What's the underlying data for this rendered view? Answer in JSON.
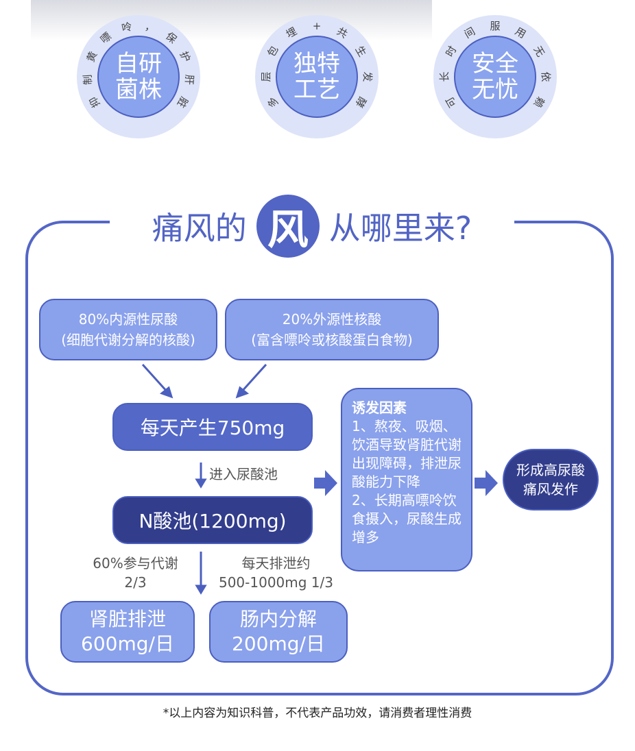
{
  "badges": [
    {
      "ring": "抑制黄嘌呤，保护肝脏",
      "line1": "自研",
      "line2": "菌株"
    },
    {
      "ring": "多层包埋+共生发酵",
      "line1": "独特",
      "line2": "工艺"
    },
    {
      "ring": "可长时间服用无依赖",
      "line1": "安全",
      "line2": "无忧"
    }
  ],
  "title": {
    "before": "痛风的",
    "highlight": "风",
    "after": "从哪里来?"
  },
  "sources": [
    {
      "line1": "80%内源性尿酸",
      "line2": "(细胞代谢分解的核酸)"
    },
    {
      "line1": "20%外源性核酸",
      "line2": "(富含嘌呤或核酸蛋白食物)"
    }
  ],
  "daily": "每天产生750mg",
  "enter_pool": "进入尿酸池",
  "pool": "N酸池(1200mg)",
  "left_label": {
    "line1": "60%参与代谢",
    "line2": "2/3"
  },
  "right_label": {
    "line1": "每天排泄约",
    "line2": "500-1000mg 1/3"
  },
  "kidney": {
    "line1": "肾脏排泄",
    "line2": "600mg/日"
  },
  "intestine": {
    "line1": "肠内分解",
    "line2": "200mg/日"
  },
  "triggers": {
    "title": "诱发因素",
    "body": "1、熬夜、吸烟、饮酒导致肾脏代谢出现障碍，排泄尿酸能力下降\n2、长期高嘌呤饮食摄入，尿酸生成增多"
  },
  "result": {
    "line1": "形成高尿酸",
    "line2": "痛风发作"
  },
  "footnote": "*以上内容为知识科普，不代表产品功效，请消费者理性消费"
}
